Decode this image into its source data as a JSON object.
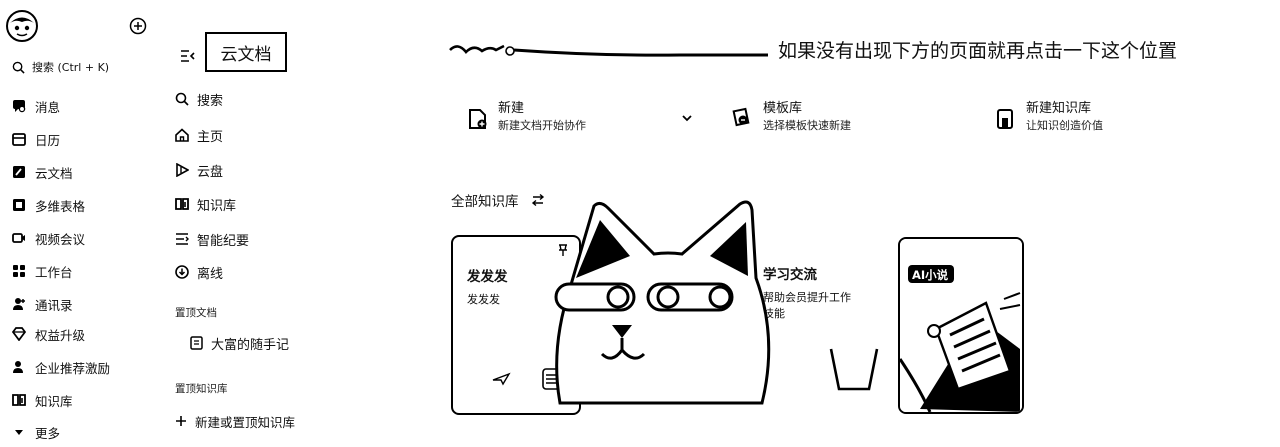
{
  "app_sidebar": {
    "search_label": "搜索 (Ctrl + K)",
    "items": [
      {
        "label": "消息",
        "icon": "message-icon"
      },
      {
        "label": "日历",
        "icon": "calendar-icon"
      },
      {
        "label": "云文档",
        "icon": "cloud-doc-icon"
      },
      {
        "label": "多维表格",
        "icon": "multi-table-icon"
      },
      {
        "label": "视频会议",
        "icon": "video-icon"
      },
      {
        "label": "工作台",
        "icon": "workspace-icon"
      },
      {
        "label": "通讯录",
        "icon": "contacts-icon"
      },
      {
        "label": "权益升级",
        "icon": "diamond-icon"
      },
      {
        "label": "企业推荐激励",
        "icon": "referral-icon"
      },
      {
        "label": "知识库",
        "icon": "knowledge-icon"
      },
      {
        "label": "更多",
        "icon": "caret-down-icon"
      }
    ]
  },
  "doc_sidebar": {
    "title": "云文档",
    "items": [
      {
        "label": "搜索",
        "icon": "search-icon"
      },
      {
        "label": "主页",
        "icon": "home-icon"
      },
      {
        "label": "云盘",
        "icon": "drive-icon"
      },
      {
        "label": "知识库",
        "icon": "knowledge-icon"
      },
      {
        "label": "智能纪要",
        "icon": "smart-notes-icon"
      },
      {
        "label": "离线",
        "icon": "offline-icon"
      }
    ],
    "pinned_docs_label": "置顶文档",
    "pinned_doc": "大富的随手记",
    "pinned_kb_label": "置顶知识库",
    "new_kb_label": "新建或置顶知识库"
  },
  "annotation": {
    "text": "如果没有出现下方的页面就再点击一下这个位置"
  },
  "actions": [
    {
      "title": "新建",
      "subtitle": "新建文档开始协作"
    },
    {
      "title": "模板库",
      "subtitle": "选择模板快速新建"
    },
    {
      "title": "新建知识库",
      "subtitle": "让知识创造价值"
    }
  ],
  "knowledge_base": {
    "heading": "全部知识库",
    "cards": [
      {
        "title": "发发发",
        "desc": "发发发"
      },
      {
        "title": "学习交流",
        "desc_line1": "帮助会员提升工作",
        "desc_line2": "技能"
      },
      {
        "badge": "AI小说"
      }
    ]
  }
}
